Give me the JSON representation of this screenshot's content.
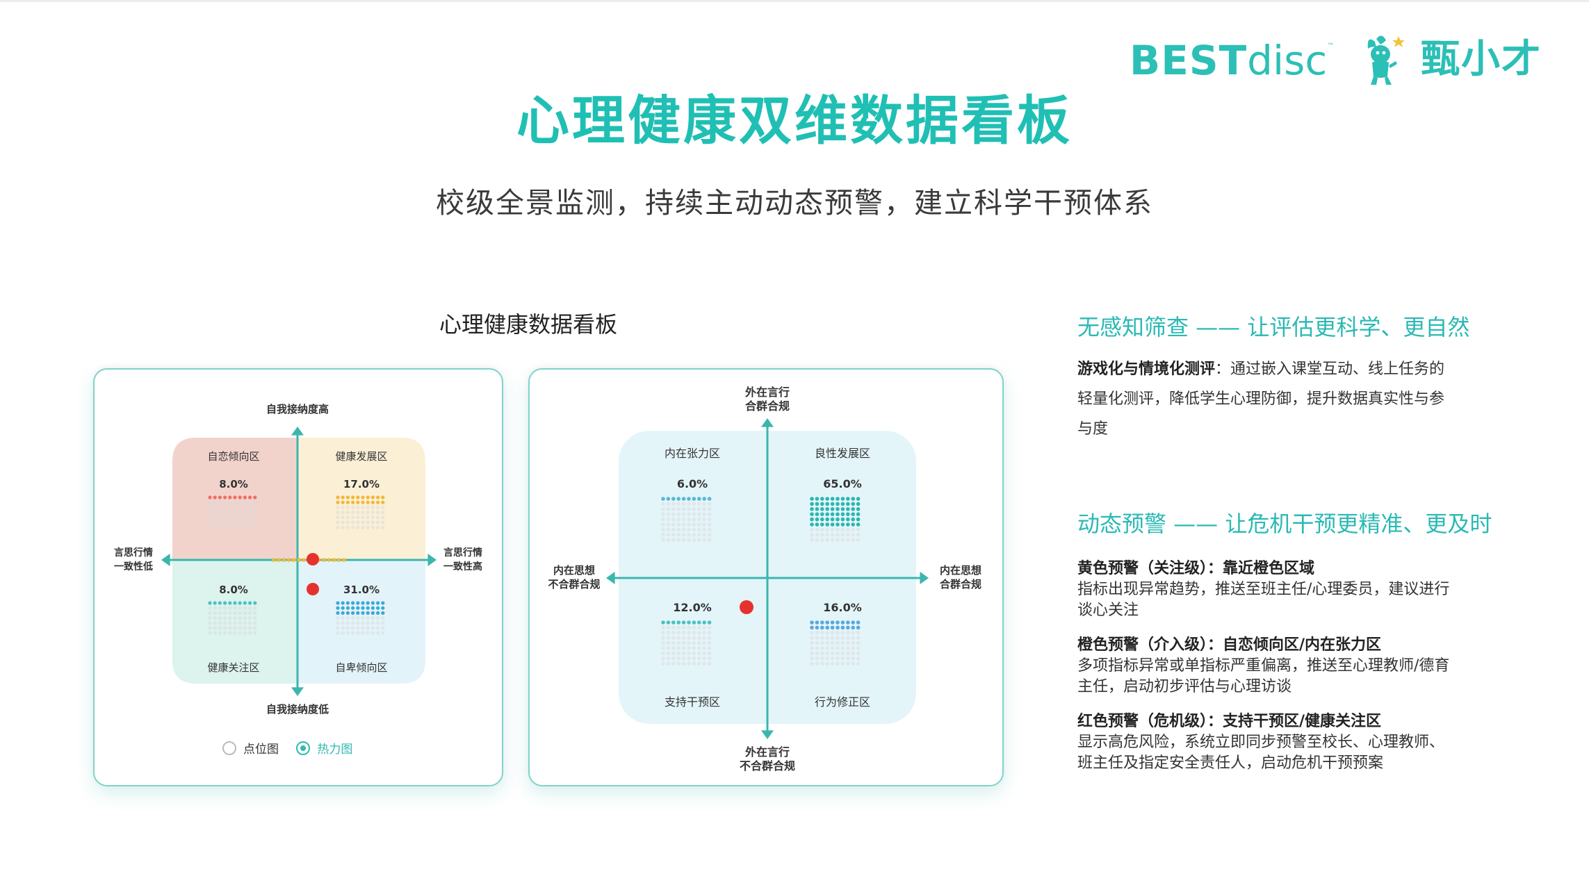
{
  "logo": {
    "brand_bold": "BEST",
    "brand_light": "disc",
    "brand_tm": "™",
    "mascot_icon": "mascot-icon",
    "mascot_name": "甄小才"
  },
  "header": {
    "title": "心理健康双维数据看板",
    "subtitle": "校级全景监测，持续主动动态预警，建立科学干预体系"
  },
  "board": {
    "title": "心理健康数据看板",
    "panel1": {
      "axis_top": "自我接纳度高",
      "axis_bottom": "自我接纳度低",
      "axis_left": [
        "言思行情",
        "一致性低"
      ],
      "axis_right": [
        "言思行情",
        "一致性高"
      ],
      "quadrants": [
        {
          "name": "自恋倾向区",
          "percent": "8.0%",
          "color": "#f2d3cb",
          "dot_color": "#ee6f6a"
        },
        {
          "name": "健康发展区",
          "percent": "17.0%",
          "color": "#fbf0d6",
          "dot_color": "#f2b83a"
        },
        {
          "name": "健康关注区",
          "percent": "8.0%",
          "color": "#dcf3ee",
          "dot_color": "#4cc3c0"
        },
        {
          "name": "自卑倾向区",
          "percent": "31.0%",
          "color": "#e3f3fa",
          "dot_color": "#3aa9d6"
        }
      ],
      "radio_options": [
        {
          "label": "点位图",
          "selected": false
        },
        {
          "label": "热力图",
          "selected": true
        }
      ]
    },
    "panel2": {
      "axis_top": [
        "外在言行",
        "合群合规"
      ],
      "axis_bottom": [
        "外在言行",
        "不合群合规"
      ],
      "axis_left": [
        "内在思想",
        "不合群合规"
      ],
      "axis_right": [
        "内在思想",
        "合群合规"
      ],
      "quadrants": [
        {
          "name": "内在张力区",
          "percent": "6.0%",
          "color": "#e4f5fa",
          "dot_color": "#5ab8d4"
        },
        {
          "name": "良性发展区",
          "percent": "65.0%",
          "color": "#e4f5fa",
          "dot_color": "#2ab7b0"
        },
        {
          "name": "支持干预区",
          "percent": "12.0%",
          "color": "#e4f5fa",
          "dot_color": "#4cc3c0"
        },
        {
          "name": "行为修正区",
          "percent": "16.0%",
          "color": "#e4f5fa",
          "dot_color": "#5aa9dc"
        }
      ]
    }
  },
  "sections": {
    "s1": {
      "heading": "无感知筛查 —— 让评估更科学、更自然",
      "lead": "游戏化与情境化测评",
      "body_lines": [
        "：通过嵌入课堂互动、线上任务的",
        "轻量化测评，降低学生心理防御，提升数据真实性与参",
        "与度"
      ]
    },
    "s2": {
      "heading": "动态预警 —— 让危机干预更精准、更及时",
      "warnings": [
        {
          "title": "黄色预警（关注级）：靠近橙色区域",
          "desc_lines": [
            "指标出现异常趋势，推送至班主任/心理委员，建议进行",
            "谈心关注"
          ]
        },
        {
          "title": "橙色预警（介入级）：自恋倾向区/内在张力区",
          "desc_lines": [
            "多项指标异常或单指标严重偏离，推送至心理教师/德育",
            "主任，启动初步评估与心理访谈"
          ]
        },
        {
          "title": "红色预警（危机级）：支持干预区/健康关注区",
          "desc_lines": [
            "显示高危风险，系统立即同步预警至校长、心理教师、",
            "班主任及指定安全责任人，启动危机干预预案"
          ]
        }
      ]
    }
  },
  "colors": {
    "accent": "#20bfb4",
    "axis": "#3bb6ad",
    "alert": "#e6322e"
  }
}
